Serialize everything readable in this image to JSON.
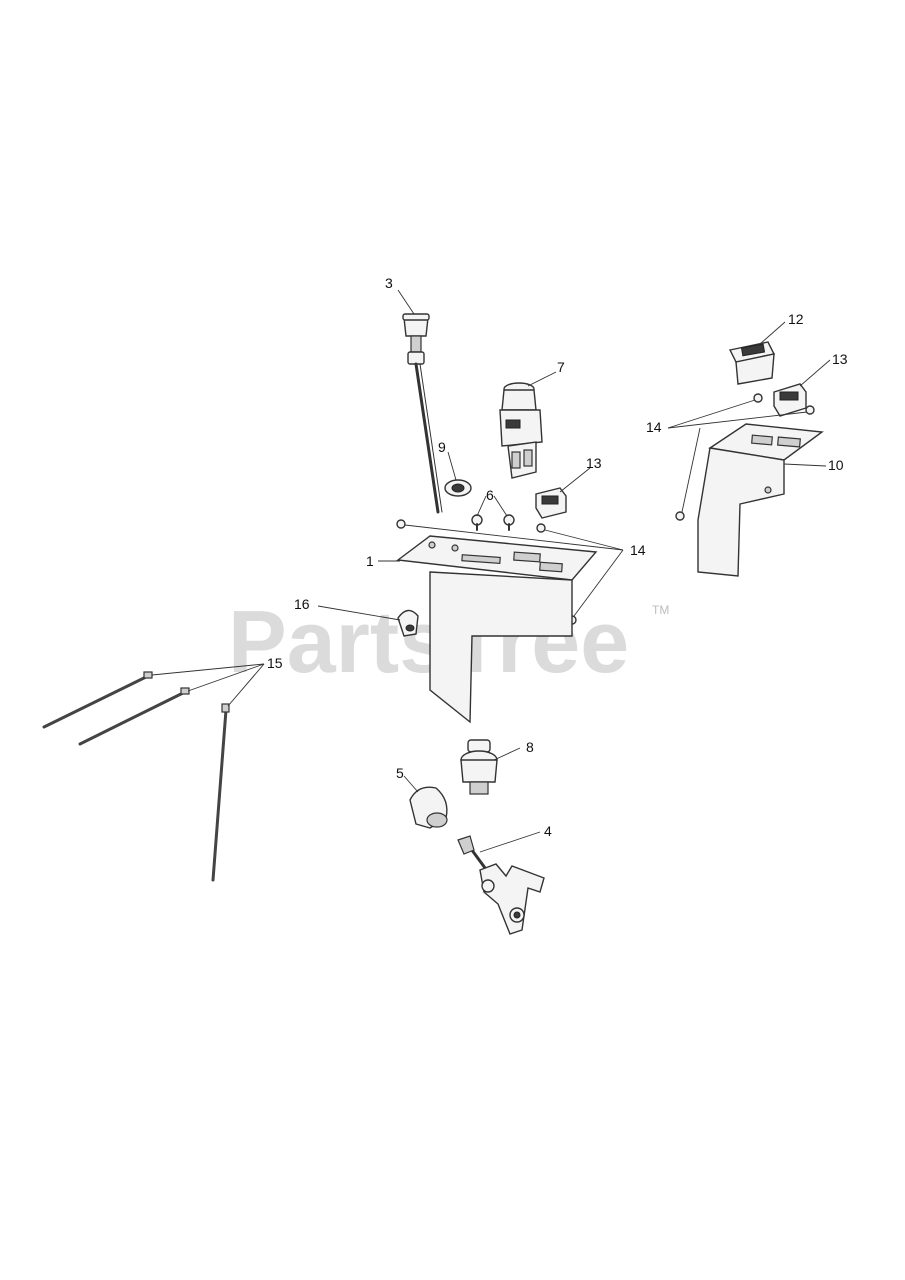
{
  "watermark": {
    "text": "PartsTree",
    "trademark": "TM"
  },
  "callouts": {
    "c1": "1",
    "c3": "3",
    "c4": "4",
    "c5": "5",
    "c6": "6",
    "c7": "7",
    "c8": "8",
    "c9": "9",
    "c10": "10",
    "c12": "12",
    "c13a": "13",
    "c13b": "13",
    "c14a": "14",
    "c14b": "14",
    "c15": "15",
    "c16": "16"
  }
}
